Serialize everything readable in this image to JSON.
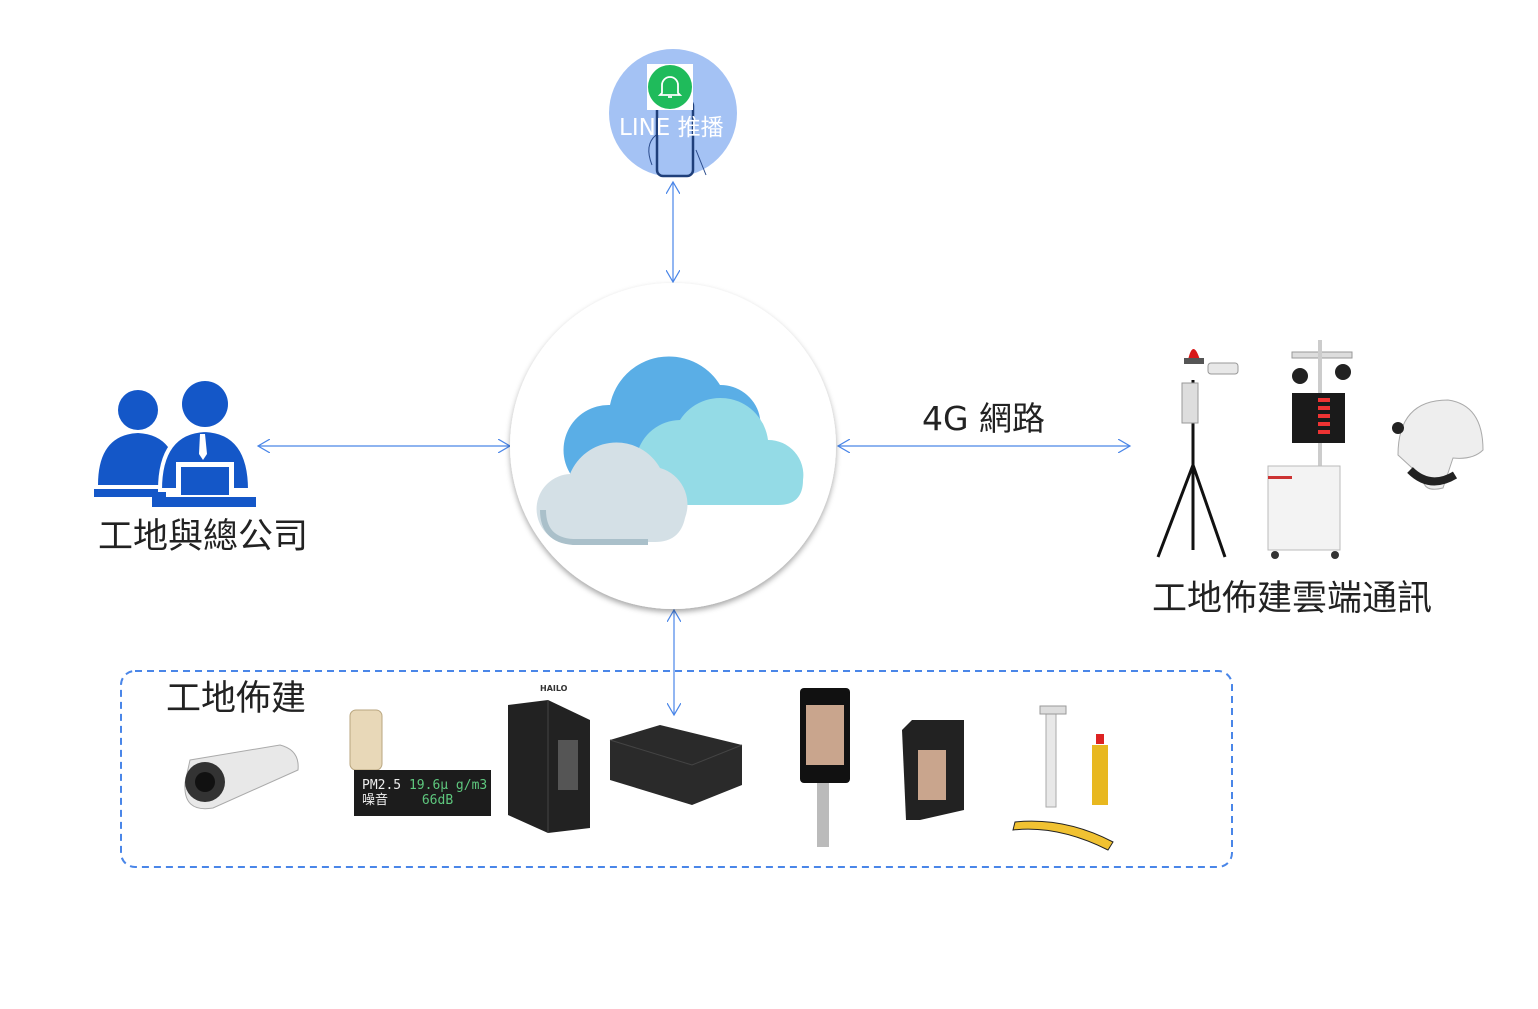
{
  "line_push": {
    "label": "LINE 推播",
    "icon": "bell-icon",
    "color": "#a4c2f4",
    "badge_color": "#1fbb5b"
  },
  "headquarters": {
    "label": "工地與總公司",
    "icon": "people-at-laptops-icon",
    "color": "#1457c8"
  },
  "network": {
    "label": "4G 網路"
  },
  "cloud_devices": {
    "label": "工地佈建雲端通訊"
  },
  "site": {
    "label": "工地佈建",
    "border_color": "#4a86e8"
  },
  "pm_display": {
    "line1_label": "PM2.5",
    "line1_value": "19.6μ g/m3",
    "line2_label": "噪音",
    "line2_value": "66dB"
  },
  "hailo_logo": "HAILO",
  "arrow_color": "#4a86e8"
}
